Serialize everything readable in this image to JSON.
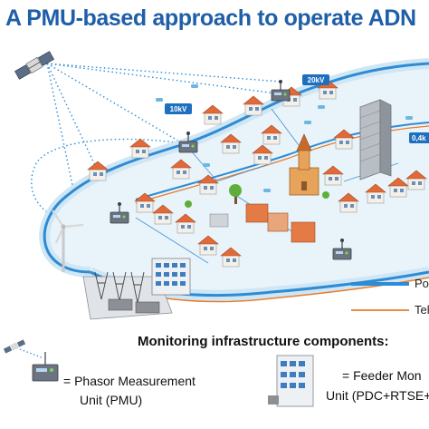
{
  "title": "A PMU-based approach to operate ADN",
  "voltage_labels": {
    "v10": "10kV",
    "v20": "20kV",
    "v04": "0,4k"
  },
  "legend": {
    "power_label": "Po",
    "telecom_label": "Tel"
  },
  "components": {
    "heading": "Monitoring infrastructure components:",
    "pmu_line1": "= Phasor Measurement",
    "pmu_line2": "Unit (PMU)",
    "feeder_line1": "= Feeder Mon",
    "feeder_line2": "Unit (PDC+RTSE+c"
  },
  "colors": {
    "title": "#1f5ea8",
    "grid_band": "#cfe6f5",
    "grid_line": "#2e8bd4",
    "telecom_line": "#e87b2a",
    "dotted_link": "#2e8bd4",
    "roof": "#e06a3a",
    "house": "#f3f0ea",
    "badge": "#1f6fbf"
  },
  "icons": [
    "satellite-icon",
    "wind-turbine-icon",
    "substation-icon",
    "pmu-device-icon",
    "feeder-monitor-icon",
    "church-icon",
    "office-tower-icon",
    "tree-icon"
  ]
}
